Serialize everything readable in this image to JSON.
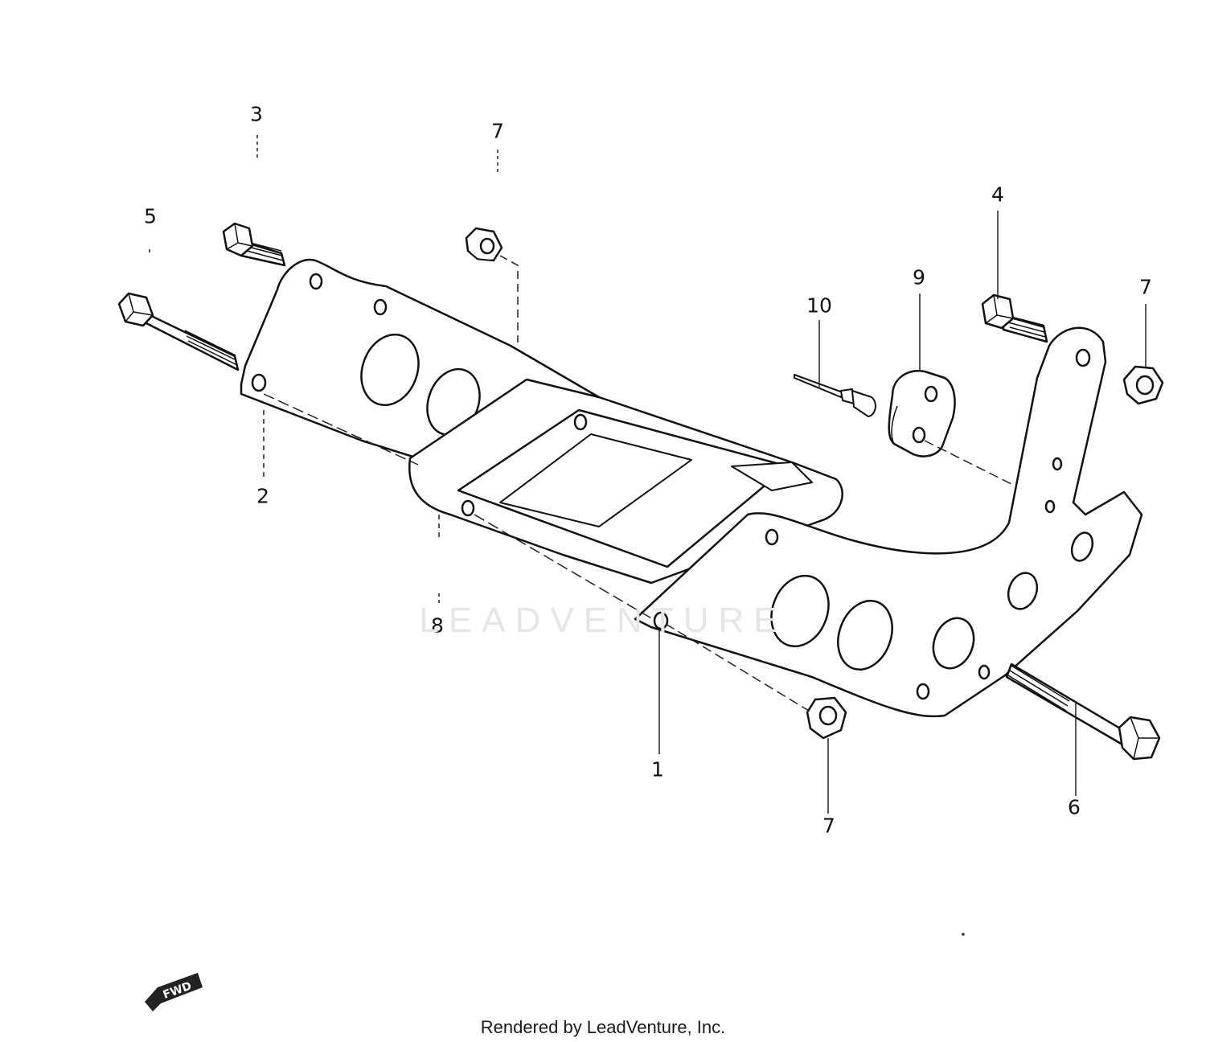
{
  "diagram": {
    "callouts": [
      {
        "id": "c3",
        "label": "3"
      },
      {
        "id": "c7a",
        "label": "7"
      },
      {
        "id": "c5",
        "label": "5"
      },
      {
        "id": "c4",
        "label": "4"
      },
      {
        "id": "c9",
        "label": "9"
      },
      {
        "id": "c10",
        "label": "10"
      },
      {
        "id": "c7b",
        "label": "7"
      },
      {
        "id": "c2",
        "label": "2"
      },
      {
        "id": "c8",
        "label": "8"
      },
      {
        "id": "c1",
        "label": "1"
      },
      {
        "id": "c7c",
        "label": "7"
      },
      {
        "id": "c6",
        "label": "6"
      }
    ],
    "watermark": "LEADVENTURE",
    "fwd_label": "FWD",
    "credit": "Rendered by LeadVenture, Inc."
  }
}
